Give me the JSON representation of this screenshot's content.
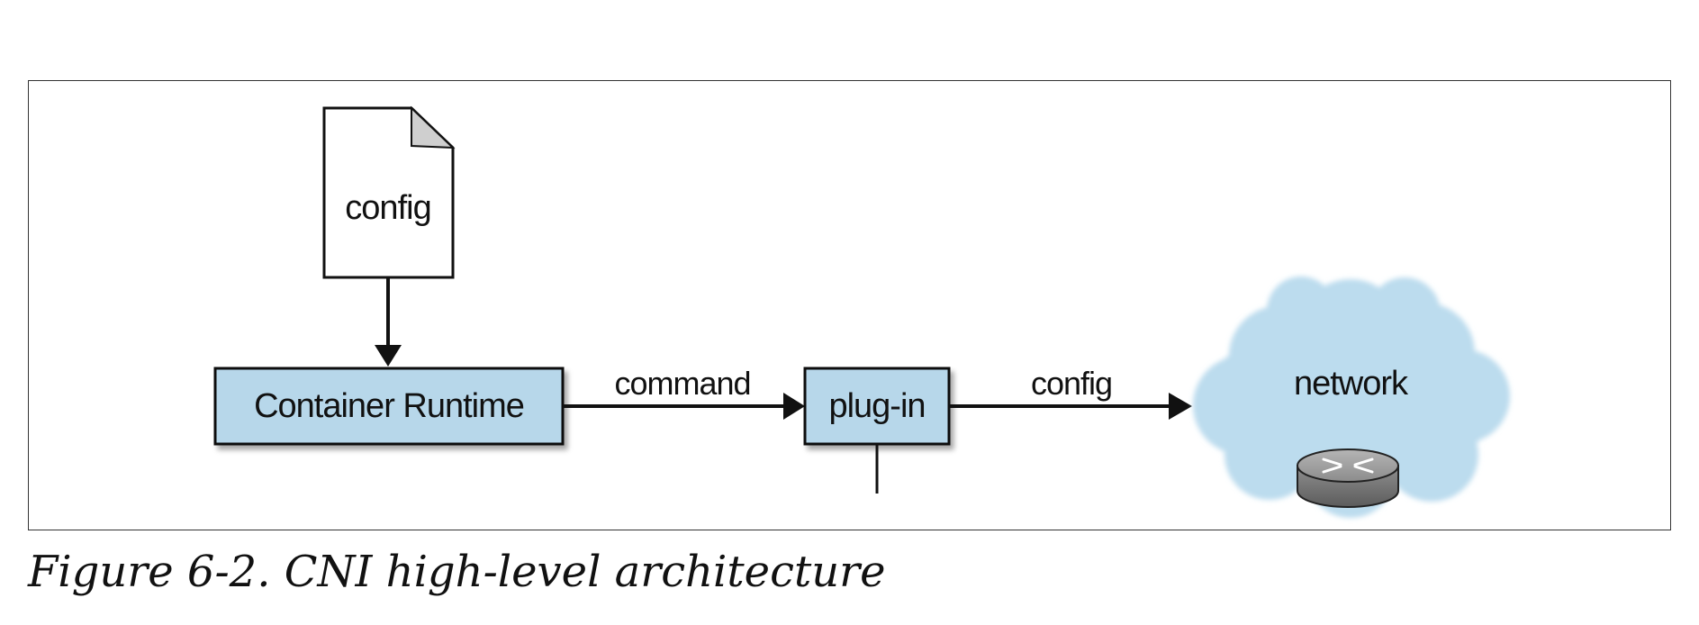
{
  "figure": {
    "caption": "Figure 6-2. CNI high-level architecture"
  },
  "diagram": {
    "nodes": {
      "config_file": {
        "label": "config",
        "shape": "document"
      },
      "container_runtime": {
        "label": "Container Runtime",
        "shape": "box"
      },
      "plugin": {
        "label": "plug-in",
        "shape": "box"
      },
      "network": {
        "label": "network",
        "shape": "cloud",
        "icon": "router-icon"
      }
    },
    "edges": {
      "config_to_runtime": {
        "from": "config_file",
        "to": "container_runtime",
        "label": ""
      },
      "runtime_to_plugin": {
        "from": "container_runtime",
        "to": "plugin",
        "label": "command"
      },
      "plugin_to_network": {
        "from": "plugin",
        "to": "network",
        "label": "config"
      }
    },
    "colors": {
      "box_fill": "#b7d7ea",
      "cloud_fill": "#bcdcee",
      "stroke": "#111111",
      "doc_corner": "#cfcfcf",
      "router_body": "#8a8a8a"
    }
  }
}
